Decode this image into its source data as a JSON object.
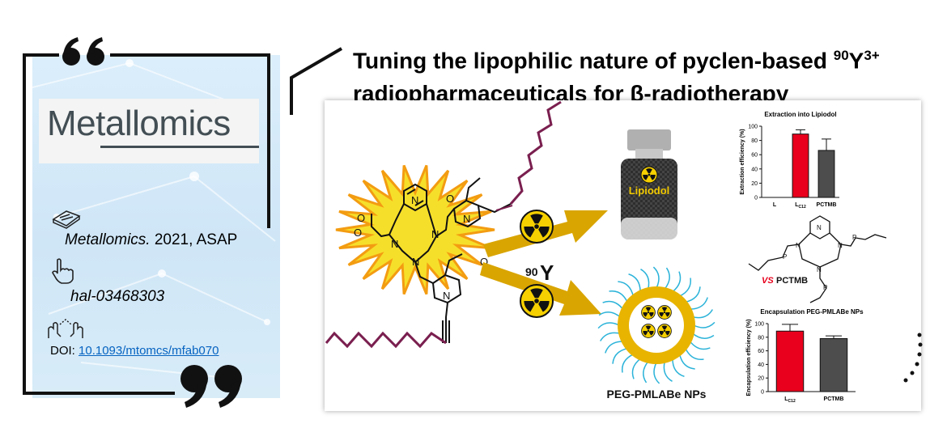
{
  "card": {
    "journal_logo": "Metallomics",
    "journal_name": "Metallomics.",
    "journal_rest": " 2021, ASAP",
    "hal_id": "hal-03468303",
    "doi_prefix": "DOI: ",
    "doi_link": "10.1093/mtomcs/mfab070",
    "icons": [
      "newspaper-icon",
      "pointing-hand-icon",
      "hands-icon",
      "open-quote-icon",
      "close-quote-icon"
    ]
  },
  "title": {
    "line1": "Tuning the lipophilic nature of pyclen-based ",
    "isotope_mass": "90",
    "isotope_symbol": "Y",
    "isotope_charge": "3+",
    "line2": "radiopharmaceuticals for β-radiotherapy"
  },
  "graphic": {
    "isotope_label": "Y",
    "isotope_mass": "90",
    "lipiodol_label": "Lipiodol",
    "nps_label": "PEG-PMLABe NPs",
    "vs_label": "VS",
    "pctmb_label": "PCTMB",
    "colors": {
      "red": "#e8001c",
      "gray": "#4d4d4d",
      "chain": "#7a1f4f",
      "gold": "#e8b400"
    }
  },
  "chart_data": [
    {
      "type": "bar",
      "title": "Extraction into Lipiodol",
      "ylabel": "Extraction efficiency (%)",
      "categories": [
        "L",
        "L_C12",
        "PCTMB"
      ],
      "category_labels": [
        [
          "L",
          ""
        ],
        [
          "L",
          "C12"
        ],
        [
          "PCTMB",
          ""
        ]
      ],
      "values": [
        0,
        89,
        66
      ],
      "errors": [
        0,
        6,
        16
      ],
      "colors": [
        "#ffffff",
        "#e8001c",
        "#4d4d4d"
      ],
      "ylim": [
        0,
        100
      ],
      "yticks": [
        0,
        20,
        40,
        60,
        80,
        100
      ]
    },
    {
      "type": "bar",
      "title": "Encapsulation PEG-PMLABe NPs",
      "ylabel": "Encapsulation efficiency (%)",
      "categories": [
        "L_C12",
        "PCTMB"
      ],
      "category_labels": [
        [
          "L",
          "C12"
        ],
        [
          "PCTMB",
          ""
        ]
      ],
      "values": [
        89,
        78
      ],
      "errors": [
        10,
        4
      ],
      "colors": [
        "#e8001c",
        "#4d4d4d"
      ],
      "ylim": [
        0,
        100
      ],
      "yticks": [
        0,
        20,
        40,
        60,
        80,
        100
      ]
    }
  ]
}
